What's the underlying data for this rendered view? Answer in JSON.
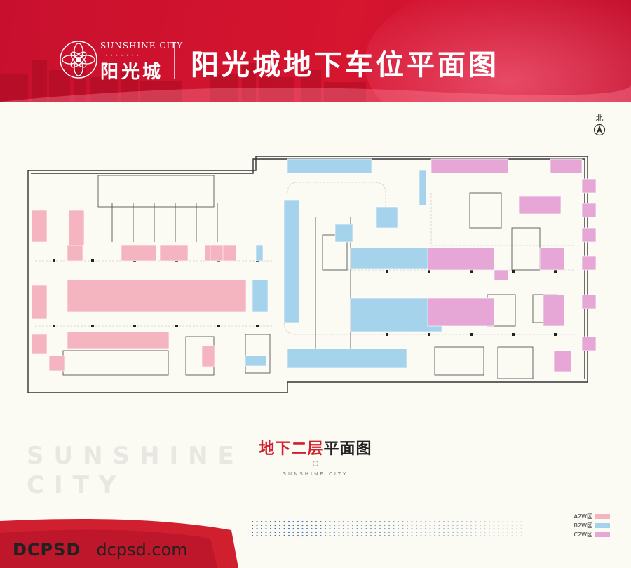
{
  "header": {
    "logo_en": "SUNSHINE CITY",
    "logo_cn": "阳光城",
    "title": "阳光城地下车位平面图"
  },
  "compass": {
    "label": "北"
  },
  "plan": {
    "subtitle_red": "地下二层",
    "subtitle_dark": "平面图",
    "subtitle_en": "SUNSHINE CITY"
  },
  "watermark": {
    "line1": "SUNSHINE",
    "line2": "CITY"
  },
  "legend": [
    {
      "label": "A2W区",
      "color": "#f4b4c0"
    },
    {
      "label": "B2W区",
      "color": "#a6d3ec"
    },
    {
      "label": "C2W区",
      "color": "#e7a7d6"
    }
  ],
  "footer": {
    "brand": "DCPSD",
    "site": "dcpsd.com"
  },
  "colors": {
    "brand_red": "#c8102e",
    "zone_a": "#f4b4c0",
    "zone_b": "#a6d3ec",
    "zone_c": "#e7a7d6"
  }
}
